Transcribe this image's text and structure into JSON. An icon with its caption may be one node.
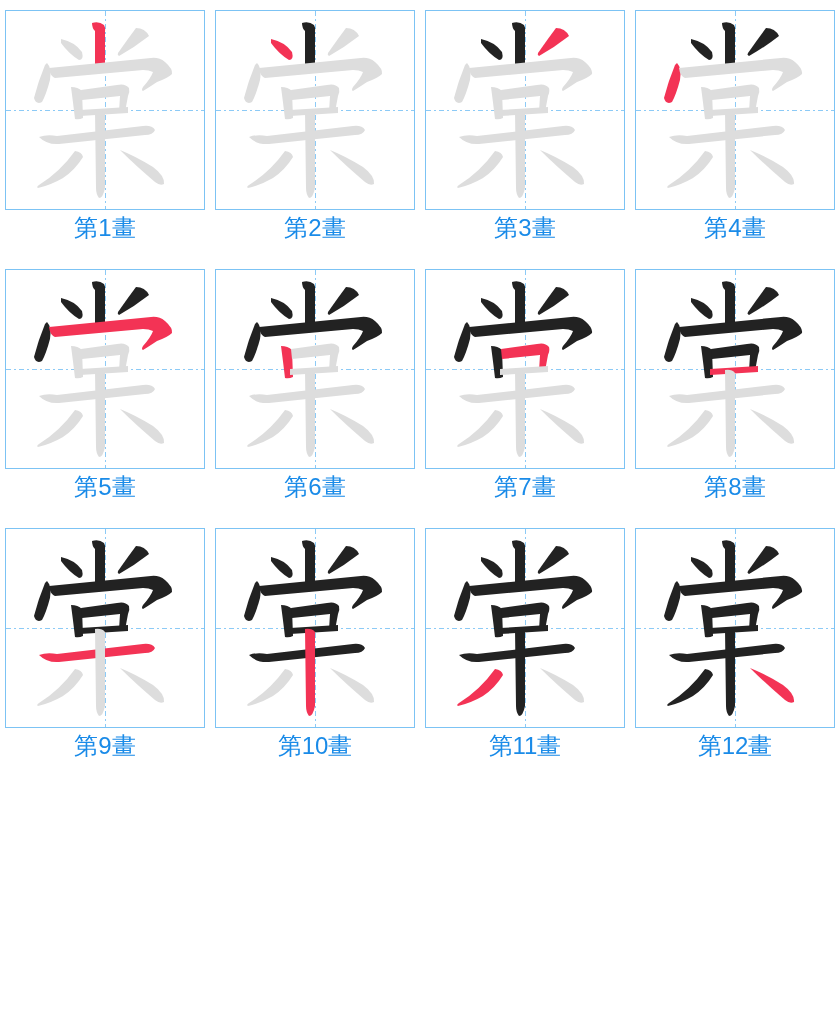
{
  "diagram": {
    "nodes": [
      {
        "text": [],
        "shape": "picture",
        "beside": [
          "第1畫"
        ]
      },
      {
        "text": [],
        "shape": "picture",
        "beside": [
          "第2畫"
        ]
      },
      {
        "text": [],
        "shape": "picture",
        "beside": [
          "第3畫"
        ]
      },
      {
        "text": [],
        "shape": "picture",
        "beside": [
          "第4畫"
        ]
      },
      {
        "text": [],
        "shape": "picture",
        "beside": [
          "第5畫"
        ]
      },
      {
        "text": [],
        "shape": "picture",
        "beside": [
          "第6畫"
        ]
      },
      {
        "text": [],
        "shape": "picture",
        "beside": [
          "第7畫"
        ]
      },
      {
        "text": [],
        "shape": "picture",
        "beside": [
          "第8畫"
        ]
      },
      {
        "text": [],
        "shape": "picture",
        "beside": [
          "第9畫"
        ]
      },
      {
        "text": [],
        "shape": "picture",
        "beside": [
          "第10畫"
        ]
      },
      {
        "text": [],
        "shape": "picture",
        "beside": [
          "第11畫"
        ]
      },
      {
        "text": [],
        "shape": "picture",
        "beside": [
          "第12畫"
        ]
      }
    ]
  }
}
